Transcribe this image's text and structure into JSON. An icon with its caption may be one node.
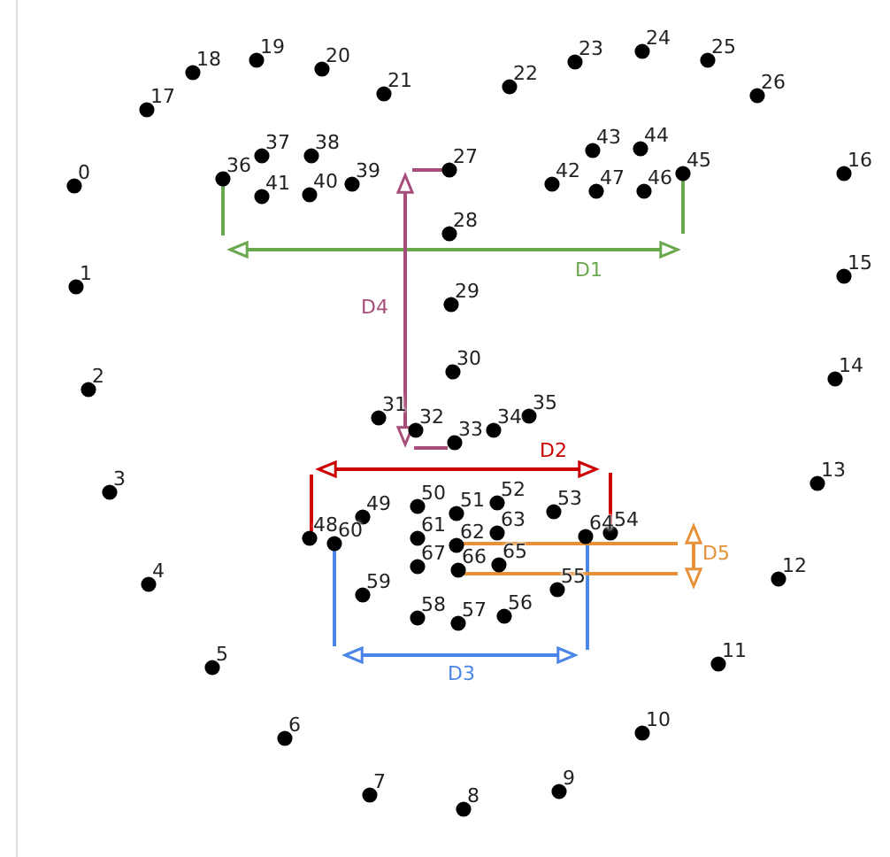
{
  "diagram": {
    "labels": [
      "0",
      "1",
      "2",
      "3",
      "4",
      "5",
      "6",
      "7",
      "8",
      "9",
      "10",
      "11",
      "12",
      "13",
      "14",
      "15",
      "16",
      "17",
      "18",
      "19",
      "20",
      "21",
      "22",
      "23",
      "24",
      "25",
      "26",
      "27",
      "28",
      "29",
      "30",
      "31",
      "32",
      "33",
      "34",
      "35",
      "36",
      "37",
      "38",
      "39",
      "40",
      "41",
      "42",
      "43",
      "44",
      "45",
      "46",
      "47",
      "48",
      "49",
      "50",
      "51",
      "52",
      "53",
      "54",
      "55",
      "56",
      "57",
      "58",
      "59",
      "60",
      "61",
      "62",
      "63",
      "64",
      "65",
      "66",
      "67",
      "D1",
      "D2",
      "D3",
      "D4",
      "D5"
    ]
  }
}
